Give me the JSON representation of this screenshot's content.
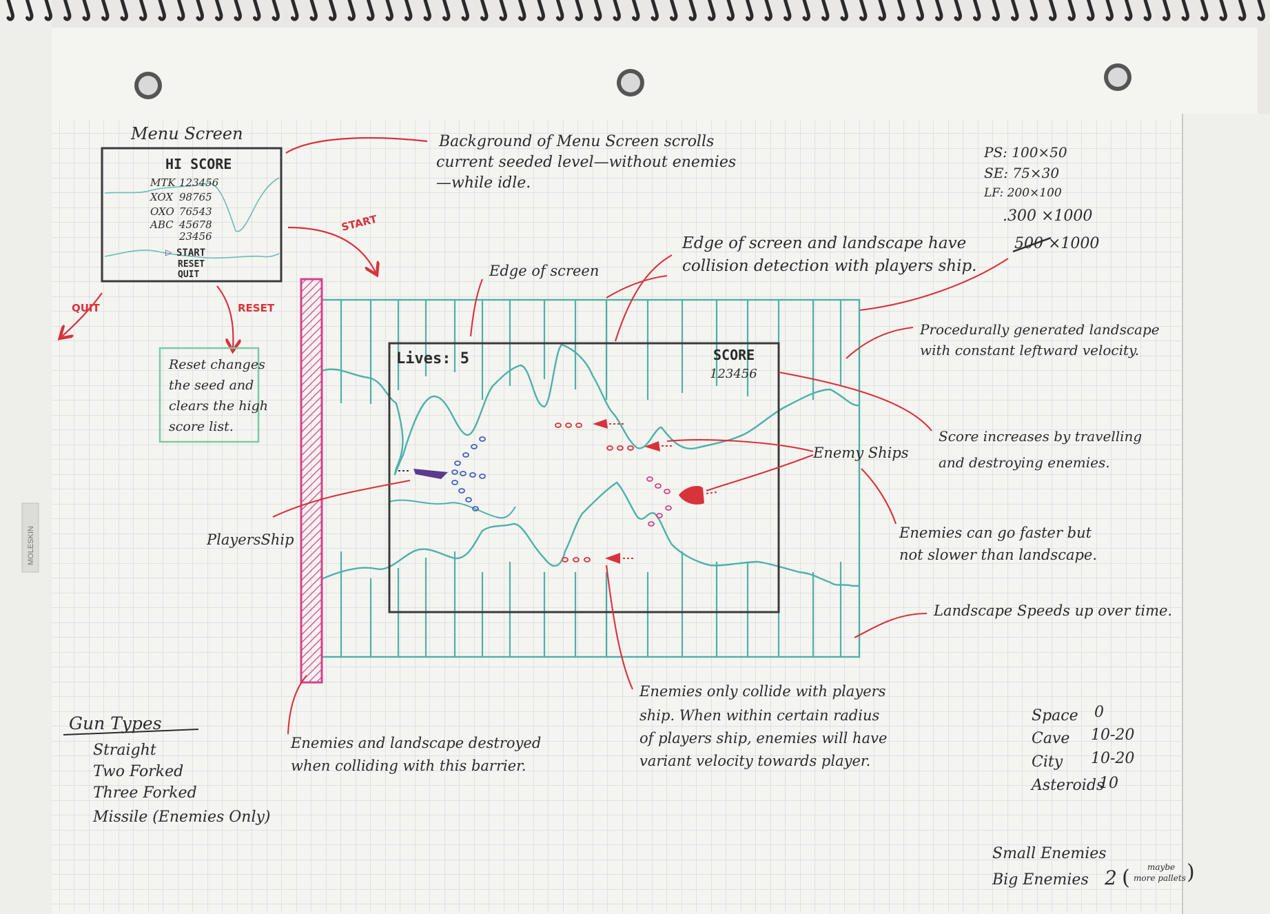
{
  "menu_screen": {
    "title": "Menu Screen",
    "hiscore_label": "HI SCORE",
    "scores": [
      {
        "name": "MTK",
        "score": "123456"
      },
      {
        "name": "XOX",
        "score": "98765"
      },
      {
        "name": "OXO",
        "score": "76543"
      },
      {
        "name": "ABC",
        "score": "45678"
      },
      {
        "name": "",
        "score": "23456"
      }
    ],
    "menu_items": [
      "START",
      "RESET",
      "QUIT"
    ]
  },
  "flow_labels": {
    "start": "START",
    "quit": "QUIT",
    "reset": "RESET"
  },
  "reset_note": [
    "Reset changes",
    "the seed and",
    "clears the high",
    "score list."
  ],
  "background_note": [
    "Background of Menu Screen scrolls",
    "current seeded level—without enemies",
    "—while idle."
  ],
  "edge_note": "Edge of screen",
  "collision_note": [
    "Edge of screen and landscape have",
    "collision detection with players ship."
  ],
  "dimensions": [
    "PS: 100×50",
    "SE: 75×30",
    "LF: 200×100",
    ".300 ×1000",
    "500 ×1000"
  ],
  "game_hud": {
    "lives": "Lives: 5",
    "score_label": "SCORE",
    "score_value": "123456"
  },
  "procedural_note": [
    "Procedurally generated landscape",
    "with constant leftward velocity."
  ],
  "score_note": [
    "Score increases by travelling",
    "and destroying enemies."
  ],
  "enemy_label": "Enemy Ships",
  "enemy_speed_note": [
    "Enemies can go faster but",
    "not slower than landscape."
  ],
  "player_label": "PlayersShip",
  "speedup_note": "Landscape Speeds up over time.",
  "barrier_note": [
    "Enemies and landscape destroyed",
    "when colliding with this barrier."
  ],
  "enemy_collide_note": [
    "Enemies only collide with players",
    "ship. When within certain radius",
    "of players ship, enemies will have",
    "variant velocity towards player."
  ],
  "gun_types": {
    "title": "Gun Types",
    "items": [
      "Straight",
      "Two Forked",
      "Three Forked",
      "Missile (Enemies Only)"
    ]
  },
  "levels": [
    {
      "name": "Space",
      "value": "0"
    },
    {
      "name": "Cave",
      "value": "10-20"
    },
    {
      "name": "City",
      "value": "10-20"
    },
    {
      "name": "Asteroids",
      "value": "10"
    }
  ],
  "enemy_sizes": {
    "small": "Small Enemies",
    "big": "Big Enemies",
    "count": "2",
    "note_line1": "maybe",
    "note_line2": "more pallets"
  },
  "brand": "MOLESKIN",
  "colors": {
    "ink": "#2b2b2b",
    "red": "#d8323b",
    "teal": "#4fb0a8",
    "purple": "#5b3b8c",
    "blue": "#4561b8",
    "pink": "#d4428a",
    "green": "#7cc9a4",
    "grid": "#cfd2d0"
  }
}
